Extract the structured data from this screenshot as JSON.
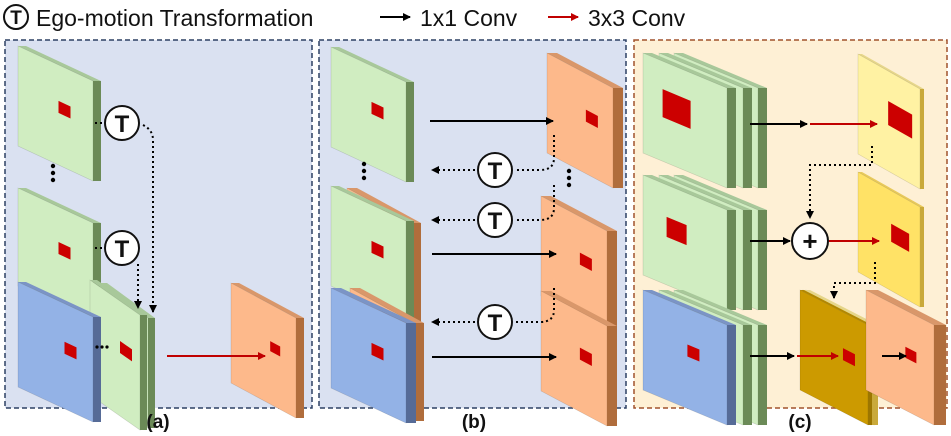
{
  "legend": {
    "transform_symbol": "T",
    "transform_label": "Ego-motion Transformation",
    "conv1x1_label": "1x1 Conv",
    "conv3x3_label": "3x3 Conv"
  },
  "colors": {
    "panel_blue_bg": "#dae1f1",
    "panel_yellow_bg": "#fef0d5",
    "border_blue": "#2d4064",
    "border_brown": "#a0522d",
    "green_face": "#d0edc1",
    "green_side": "#6b8a57",
    "green_top": "#a8c89a",
    "blue_face": "#93b2e6",
    "blue_side": "#566b97",
    "orange_face": "#fdb98b",
    "orange_side": "#b06d3c",
    "lightyellow_face": "#fff2a3",
    "yellow_face": "#ffe266",
    "gold_face": "#cc9a00",
    "red_patch": "#cc0000",
    "conv1x1_arrow": "#000000",
    "conv3x3_arrow": "#c00000"
  },
  "panels": [
    {
      "id": "a",
      "caption": "(a)",
      "transform_nodes": 2,
      "ellipsis": "⋮",
      "inline_ellipsis": "···"
    },
    {
      "id": "b",
      "caption": "(b)",
      "transform_nodes": 3,
      "ellipsis": "⋮"
    },
    {
      "id": "c",
      "caption": "(c)",
      "sum_symbol": "+"
    }
  ]
}
